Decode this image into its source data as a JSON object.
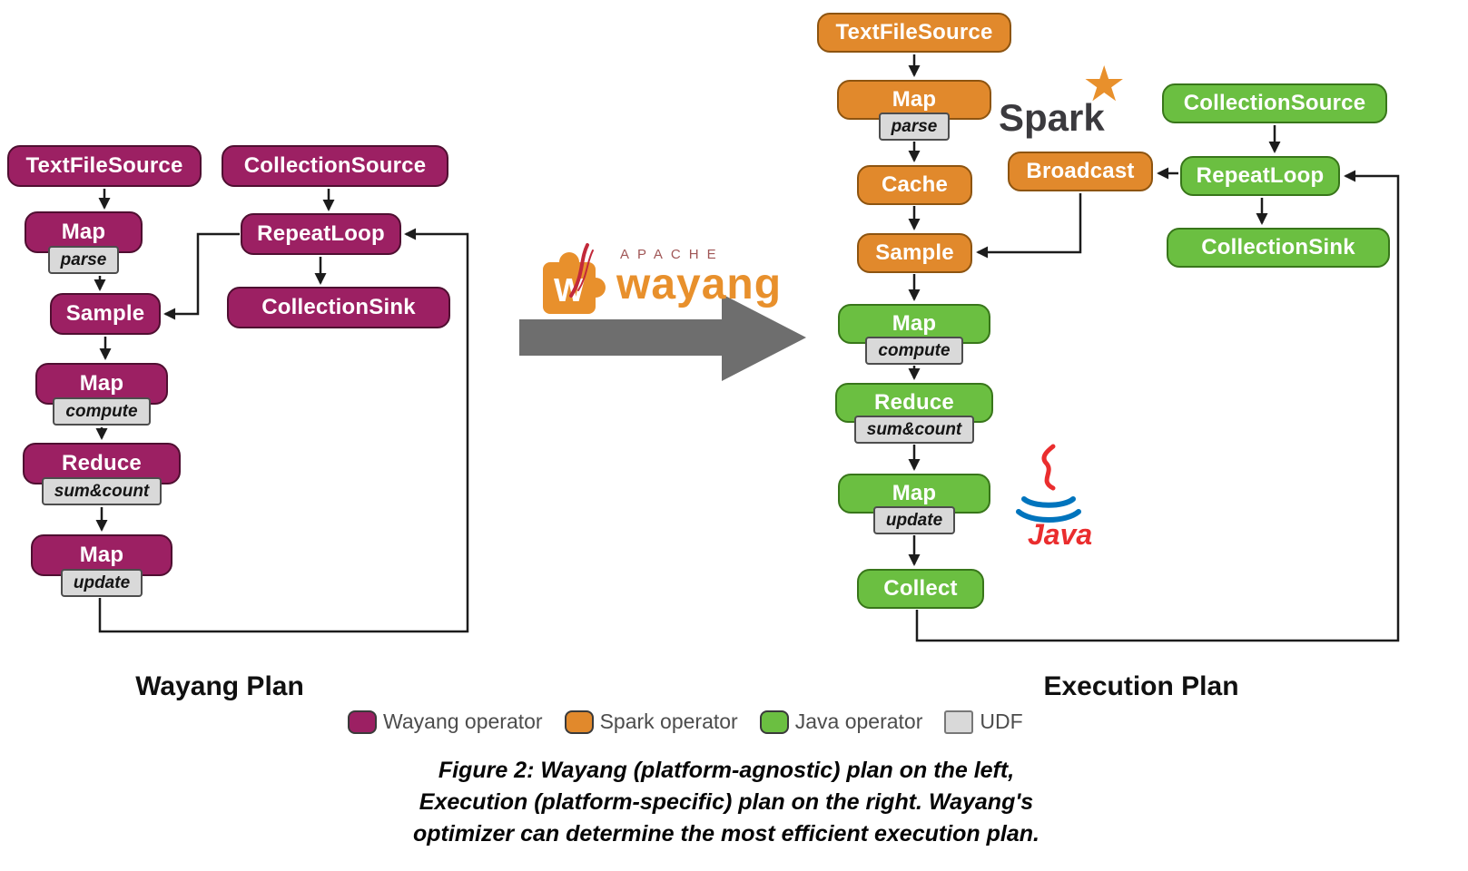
{
  "figure": {
    "left_title": "Wayang Plan",
    "right_title": "Execution Plan"
  },
  "left_plan": {
    "nodes": {
      "textfilesource": {
        "label": "TextFileSource"
      },
      "collectionsource": {
        "label": "CollectionSource"
      },
      "map_parse": {
        "label": "Map",
        "udf": "parse"
      },
      "repeatloop": {
        "label": "RepeatLoop"
      },
      "sample": {
        "label": "Sample"
      },
      "collectionsink": {
        "label": "CollectionSink"
      },
      "map_compute": {
        "label": "Map",
        "udf": "compute"
      },
      "reduce": {
        "label": "Reduce",
        "udf": "sum&count"
      },
      "map_update": {
        "label": "Map",
        "udf": "update"
      }
    }
  },
  "right_plan": {
    "nodes": {
      "textfilesource": {
        "label": "TextFileSource"
      },
      "map_parse": {
        "label": "Map",
        "udf": "parse"
      },
      "cache": {
        "label": "Cache"
      },
      "broadcast": {
        "label": "Broadcast"
      },
      "sample": {
        "label": "Sample"
      },
      "collectionsource": {
        "label": "CollectionSource"
      },
      "repeatloop": {
        "label": "RepeatLoop"
      },
      "collectionsink": {
        "label": "CollectionSink"
      },
      "map_compute": {
        "label": "Map",
        "udf": "compute"
      },
      "reduce": {
        "label": "Reduce",
        "udf": "sum&count"
      },
      "map_update": {
        "label": "Map",
        "udf": "update"
      },
      "collect": {
        "label": "Collect"
      }
    }
  },
  "logos": {
    "wayang": {
      "top": "APACHE",
      "name": "wayang"
    },
    "spark": {
      "name": "Spark",
      "star": "★"
    },
    "java": {
      "name": "Java"
    }
  },
  "legend": [
    {
      "label": "Wayang operator",
      "color": "#9c2063"
    },
    {
      "label": "Spark operator",
      "color": "#e1892c"
    },
    {
      "label": "Java operator",
      "color": "#6bbf41"
    },
    {
      "label": "UDF",
      "color": "#d9d9d9"
    }
  ],
  "caption": {
    "line1": "Figure 2: Wayang (platform-agnostic) plan on the left,",
    "line2": "Execution (platform-specific) plan on the right. Wayang's",
    "line3": "optimizer can determine the most efficient execution plan."
  },
  "colors": {
    "wayang_operator": "#9c2063",
    "spark_operator": "#e1892c",
    "java_operator": "#6bbf41",
    "udf": "#d9d9d9",
    "edge": "#1c1c1c",
    "transform_arrow": "#6e6e6e"
  }
}
